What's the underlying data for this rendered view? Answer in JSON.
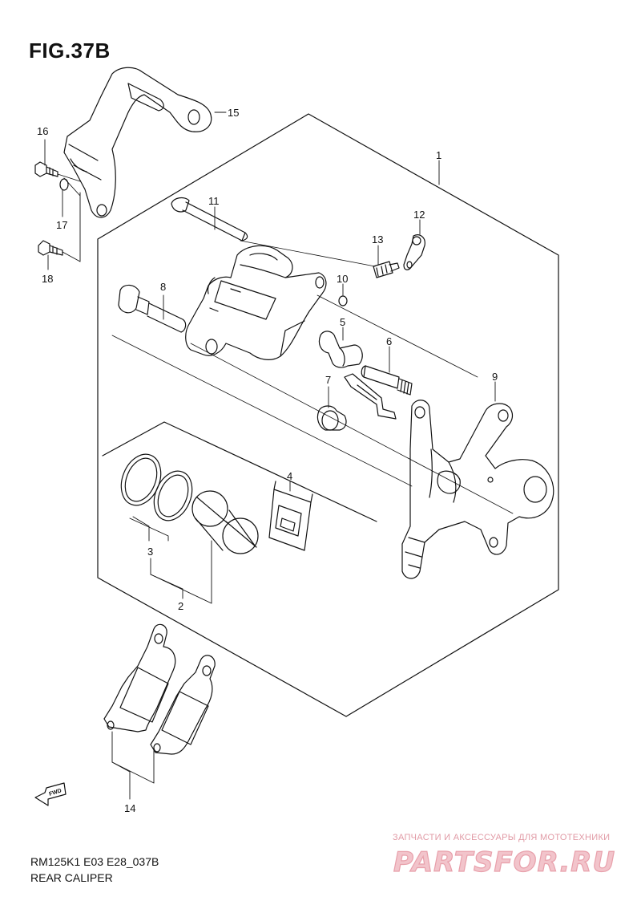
{
  "figure": {
    "title": "FIG.37B",
    "code": "RM125K1 E03 E28_037B",
    "name": "REAR CALIPER"
  },
  "callouts": [
    {
      "id": "1",
      "label": "1"
    },
    {
      "id": "2",
      "label": "2"
    },
    {
      "id": "3",
      "label": "3"
    },
    {
      "id": "4",
      "label": "4"
    },
    {
      "id": "5",
      "label": "5"
    },
    {
      "id": "6",
      "label": "6"
    },
    {
      "id": "7",
      "label": "7"
    },
    {
      "id": "8",
      "label": "8"
    },
    {
      "id": "9",
      "label": "9"
    },
    {
      "id": "10",
      "label": "10"
    },
    {
      "id": "11",
      "label": "11"
    },
    {
      "id": "12",
      "label": "12"
    },
    {
      "id": "13",
      "label": "13"
    },
    {
      "id": "14",
      "label": "14"
    },
    {
      "id": "15",
      "label": "15"
    },
    {
      "id": "16",
      "label": "16"
    },
    {
      "id": "17",
      "label": "17"
    },
    {
      "id": "18",
      "label": "18"
    }
  ],
  "fwd_label": "FWD",
  "watermark": {
    "tagline": "ЗАПЧАСТИ И АКСЕССУАРЫ ДЛЯ МОТОТЕХНИКИ",
    "logo": "PARTSFOR.RU",
    "color": "#e8a0ab"
  }
}
